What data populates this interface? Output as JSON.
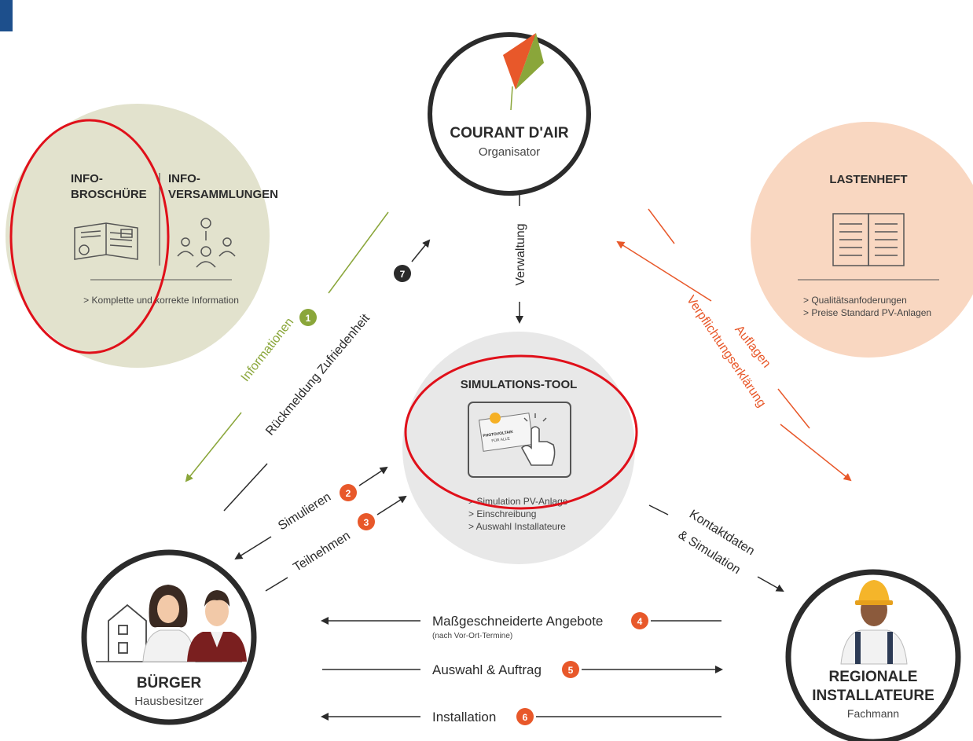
{
  "top_node": {
    "title": "COURANT D'AIR",
    "subtitle": "Organisator"
  },
  "info_node": {
    "brochure_title_1": "INFO-",
    "brochure_title_2": "BROSCHÜRE",
    "meetings_title_1": "INFO-",
    "meetings_title_2": "VERSAMMLUNGEN",
    "note": "> Komplette und korrekte Information"
  },
  "spec_node": {
    "title": "LASTENHEFT",
    "bullets": [
      "> Qualitätsanfoderungen",
      "> Preise Standard PV-Anlagen"
    ]
  },
  "sim_node": {
    "title": "SIMULATIONS-TOOL",
    "screen_label_1": "PHOTOVOLTAIK",
    "screen_label_2": "FÜR ALLE",
    "bullets": [
      "> Simulation PV-Anlage",
      "> Einschreibung",
      "> Auswahl Installateure"
    ]
  },
  "citizen_node": {
    "title": "BÜRGER",
    "subtitle": "Hausbesitzer"
  },
  "installer_node": {
    "title_1": "REGIONALE",
    "title_2": "INSTALLATEURE",
    "subtitle": "Fachmann"
  },
  "flows": {
    "verwaltung": "Verwaltung",
    "informationen": "Informationen",
    "rueckmeldung": "Rückmeldung  Zufriedenheit",
    "auflagen": "Auflagen",
    "verpflichtung": "Verpflichtungserklärung",
    "simulieren": "Simulieren",
    "teilnehmen": "Teilnehmen",
    "kontakt_1": "Kontaktdaten",
    "kontakt_2": "& Simulation",
    "angebote": "Maßgeschneiderte Angebote",
    "angebote_sub": "(nach Vor-Ort-Termine)",
    "auswahl": "Auswahl & Auftrag",
    "installation": "Installation"
  },
  "steps": {
    "s1": "1",
    "s2": "2",
    "s3": "3",
    "s4": "4",
    "s5": "5",
    "s6": "6",
    "s7": "7"
  },
  "colors": {
    "green": "#8aa63a",
    "orange": "#e8582a",
    "dark": "#2b2b2b",
    "info_bg": "#e2e2cd",
    "spec_bg": "#f9d7c1",
    "sim_bg": "#e8e8e8",
    "highlight": "#e0101a",
    "corner": "#1d4f8c"
  }
}
